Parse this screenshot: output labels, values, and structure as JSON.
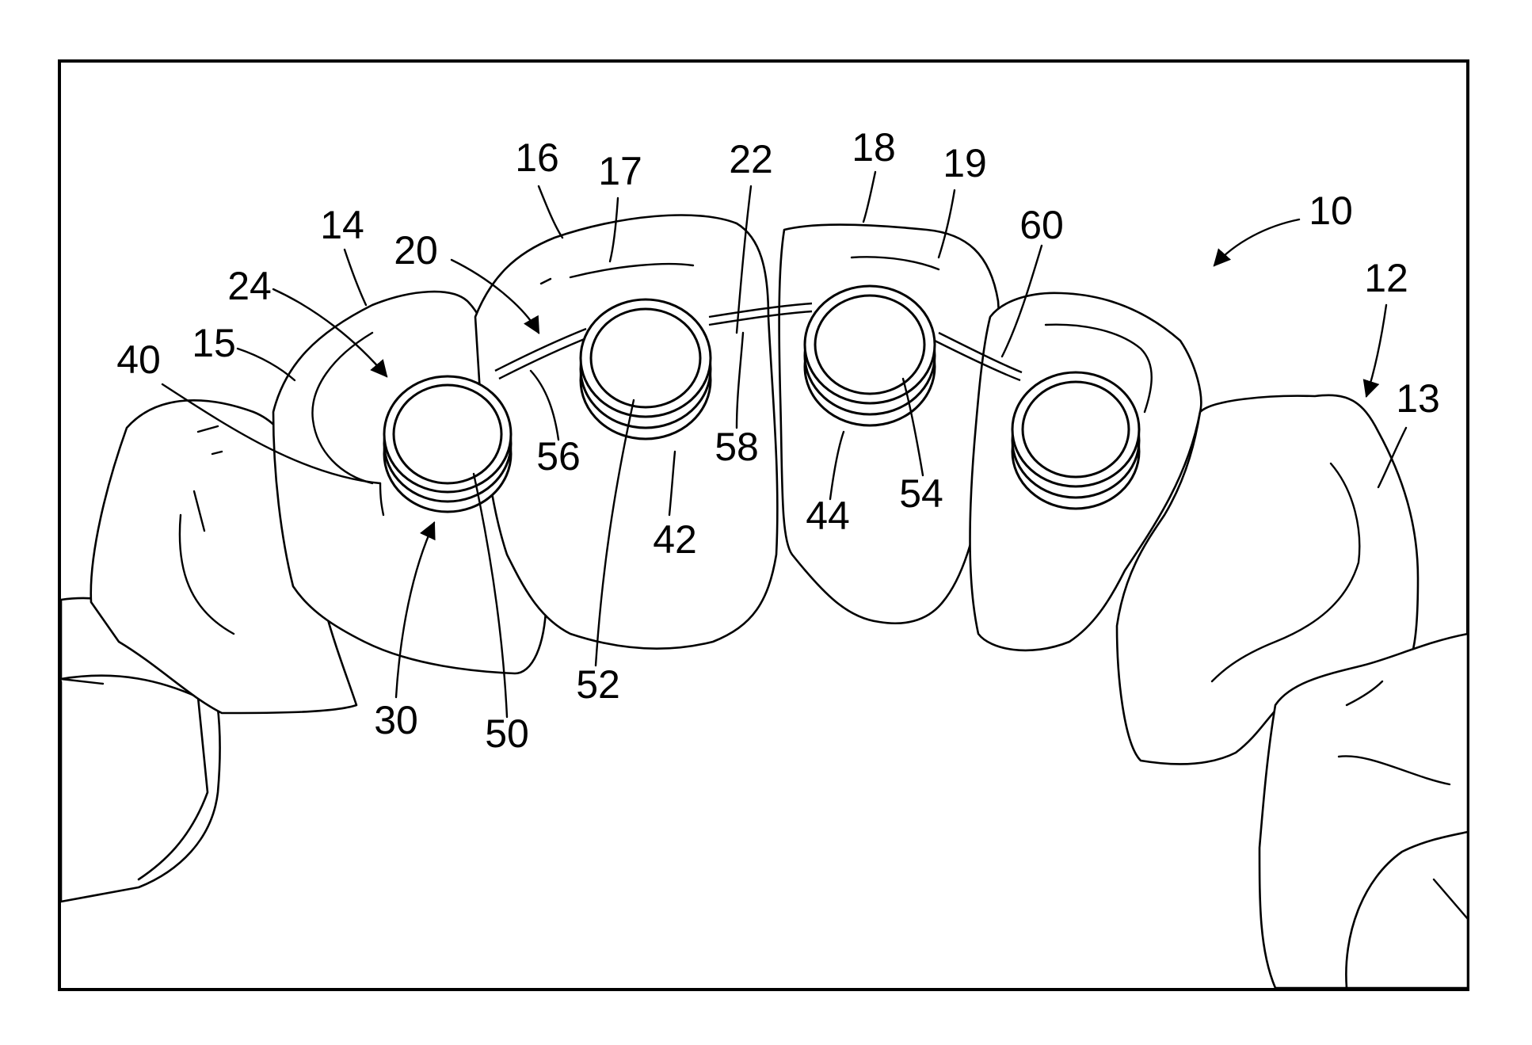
{
  "figure": {
    "reference_numerals": {
      "n10": "10",
      "n12": "12",
      "n13": "13",
      "n14": "14",
      "n15": "15",
      "n16": "16",
      "n17": "17",
      "n18": "18",
      "n19": "19",
      "n20": "20",
      "n22": "22",
      "n24": "24",
      "n30": "30",
      "n40": "40",
      "n42": "42",
      "n44": "44",
      "n50": "50",
      "n52": "52",
      "n54": "54",
      "n56": "56",
      "n58": "58",
      "n60": "60"
    }
  }
}
